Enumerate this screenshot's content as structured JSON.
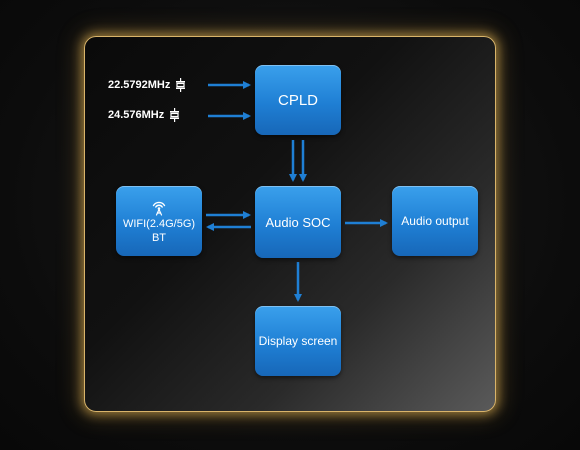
{
  "diagram": {
    "clocks": [
      {
        "frequency": "22.5792MHz",
        "icon": "crystal-oscillator-icon"
      },
      {
        "frequency": "24.576MHz",
        "icon": "crystal-oscillator-icon"
      }
    ],
    "blocks": {
      "cpld": "CPLD",
      "soc": "Audio SOC",
      "output": "Audio output",
      "display": "Display screen",
      "wifi": {
        "icon": "wifi-antenna-icon",
        "line1": "WIFI(2.4G/5G)",
        "line2": "BT"
      }
    },
    "colors": {
      "block": "#2388de",
      "arrow": "#1f7fd4",
      "frame_glow": "#e0b256",
      "text": "#ffffff"
    }
  }
}
